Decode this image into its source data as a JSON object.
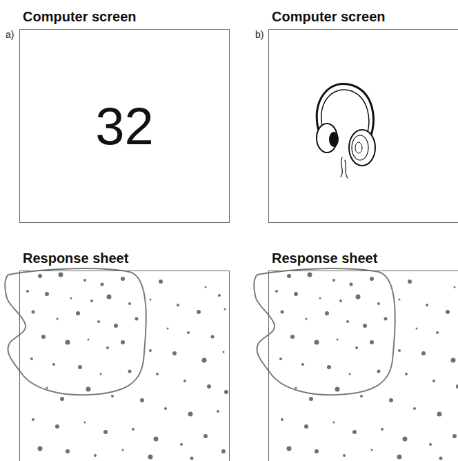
{
  "diagram": {
    "nodes": [
      {
        "text": [
          "Computer screen",
          "32"
        ]
      },
      {
        "text": [
          "Computer screen"
        ]
      },
      {
        "text": [
          "Response sheet"
        ]
      },
      {
        "text": [
          "Response sheet"
        ]
      }
    ],
    "labels": [
      "a)",
      "b)"
    ]
  }
}
